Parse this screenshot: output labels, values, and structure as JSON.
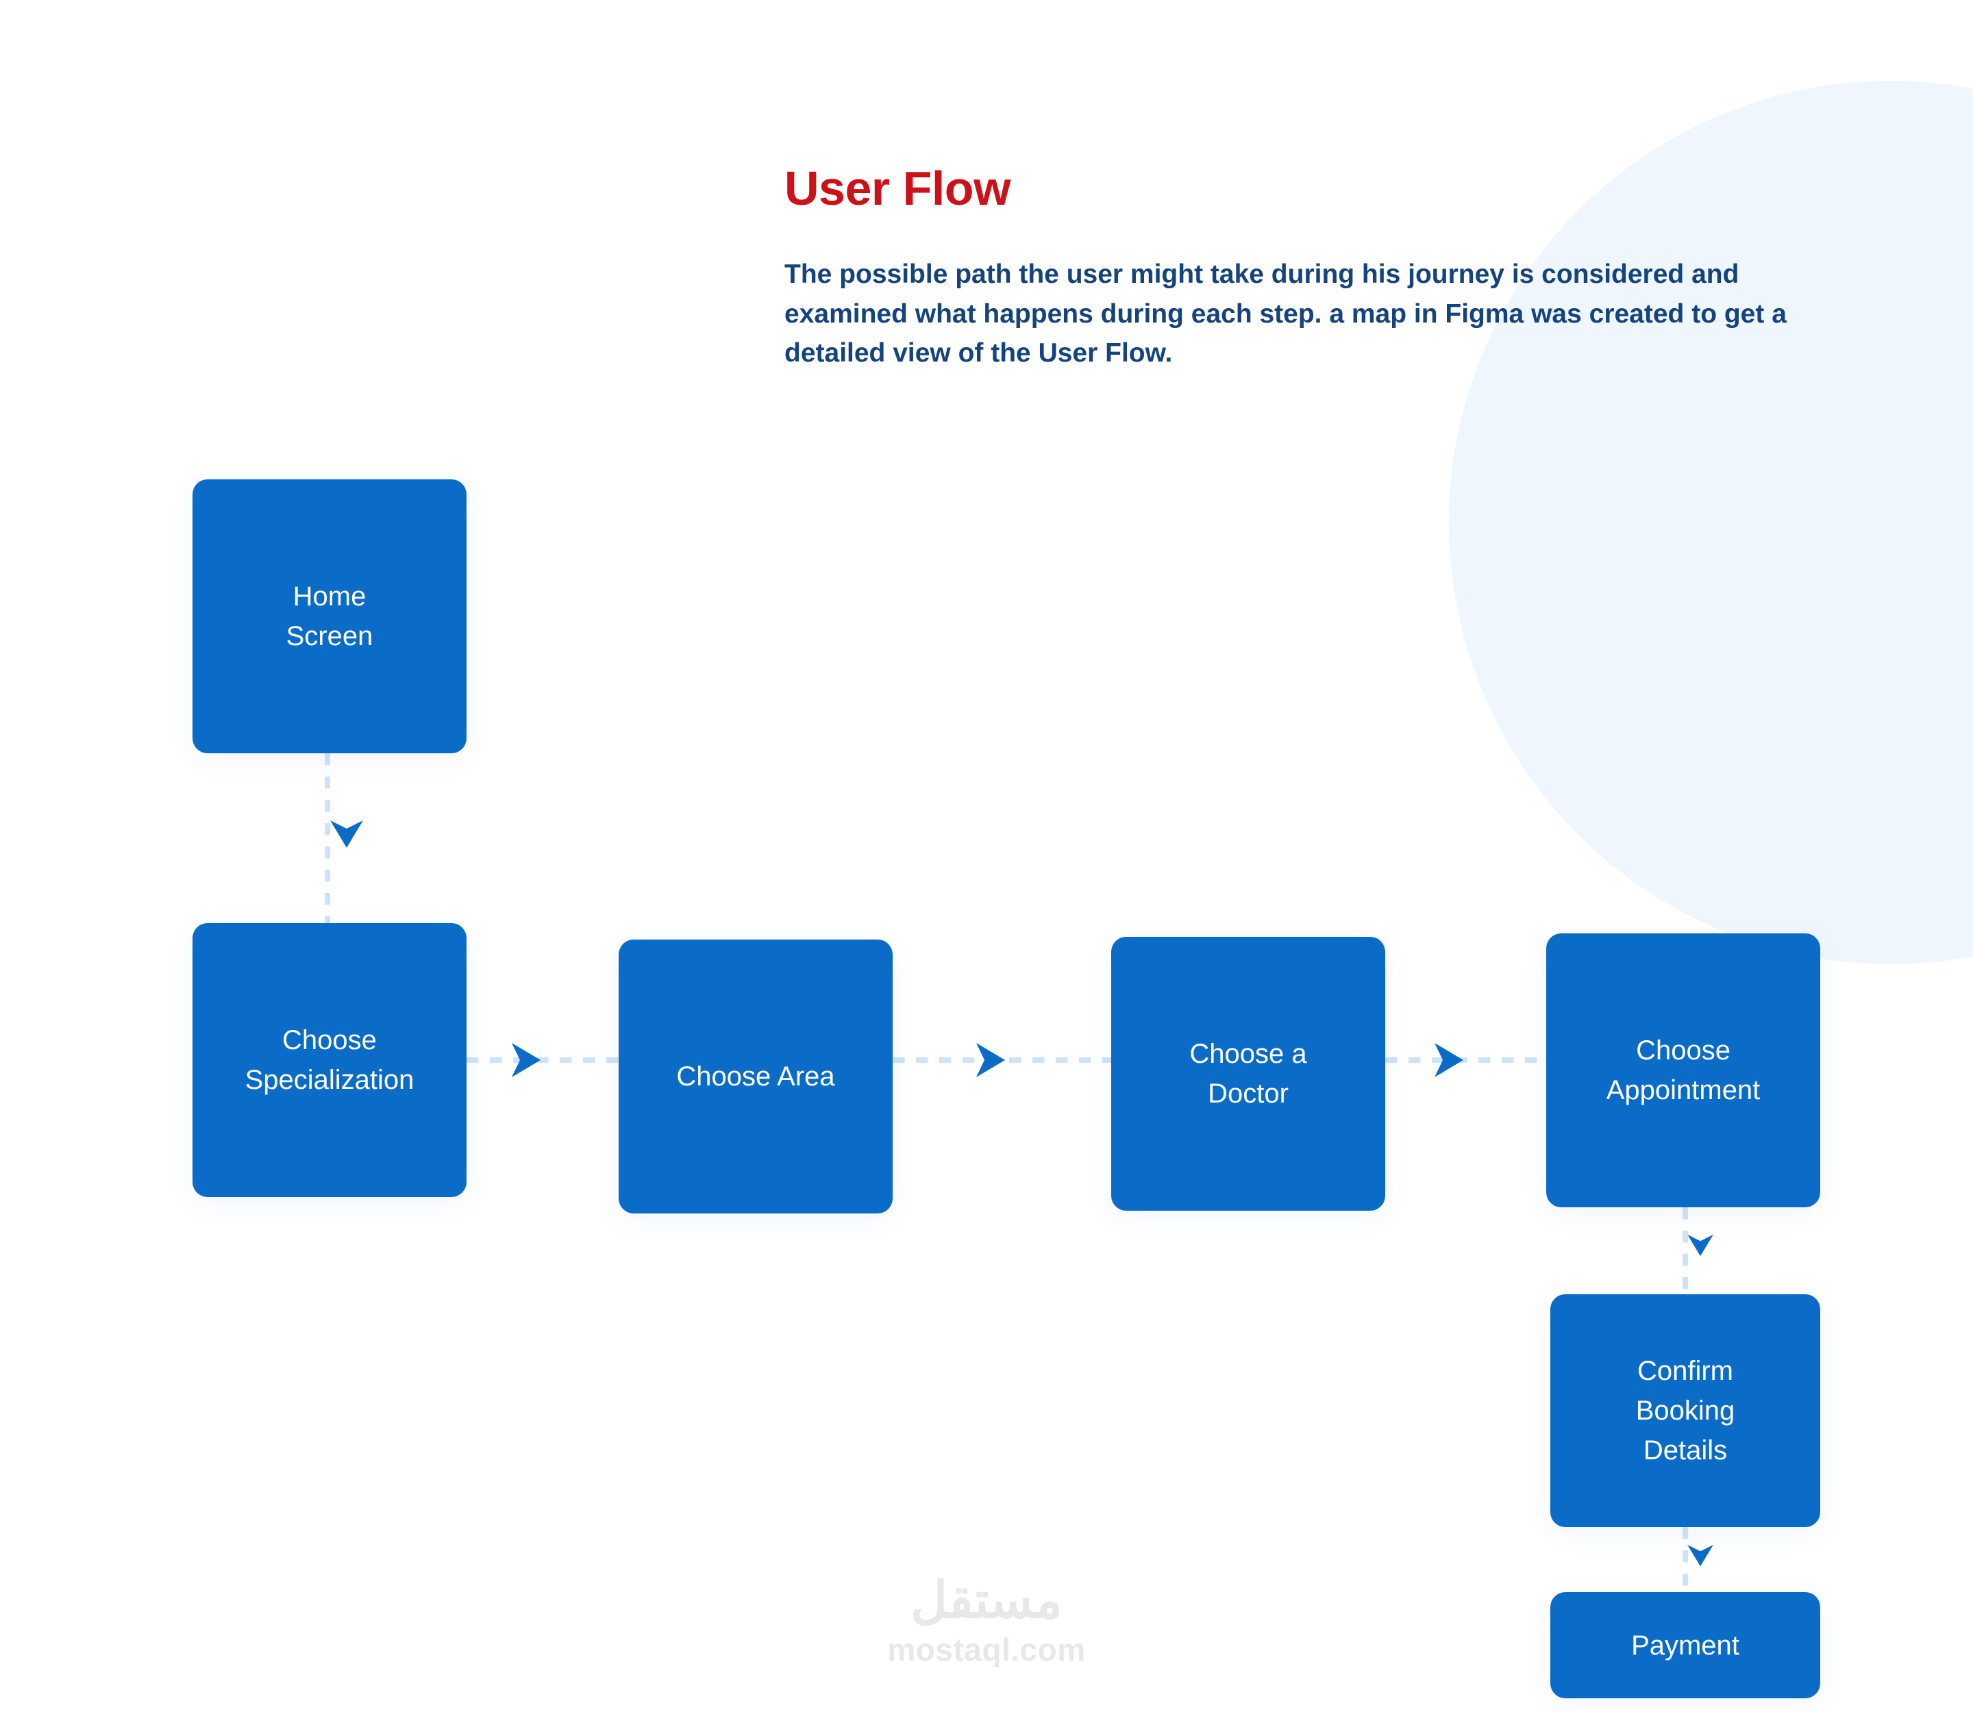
{
  "header": {
    "title": "User Flow",
    "description": "The possible path the user might take during his journey is considered and examined  what happens during each step. a map in Figma was created to get a detailed view of the User Flow."
  },
  "colors": {
    "node_fill": "#0b6cc7",
    "node_text": "#ffffff",
    "title_red": "#cc1118",
    "body_navy": "#15437e",
    "connector_dash": "#cfe3f7",
    "connector_arrow": "#0b6cc7",
    "background": "#ffffff",
    "decorative_circle": "#eff6fd",
    "watermark": "#e8e8e8"
  },
  "flow": {
    "nodes": [
      {
        "id": "home",
        "label": "Home\nScreen"
      },
      {
        "id": "specialization",
        "label": "Choose\nSpecialization"
      },
      {
        "id": "area",
        "label": "Choose Area"
      },
      {
        "id": "doctor",
        "label": "Choose a\nDoctor"
      },
      {
        "id": "appointment",
        "label": "Choose\nAppointment"
      },
      {
        "id": "confirm",
        "label": "Confirm\nBooking\nDetails"
      },
      {
        "id": "payment",
        "label": "Payment"
      }
    ],
    "connectors": [
      {
        "from": "home",
        "to": "specialization",
        "direction": "down"
      },
      {
        "from": "specialization",
        "to": "area",
        "direction": "right"
      },
      {
        "from": "area",
        "to": "doctor",
        "direction": "right"
      },
      {
        "from": "doctor",
        "to": "appointment",
        "direction": "right"
      },
      {
        "from": "appointment",
        "to": "confirm",
        "direction": "down"
      },
      {
        "from": "confirm",
        "to": "payment",
        "direction": "down"
      }
    ]
  },
  "watermark": {
    "arabic": "مستقل",
    "domain": "mostaql.com"
  }
}
